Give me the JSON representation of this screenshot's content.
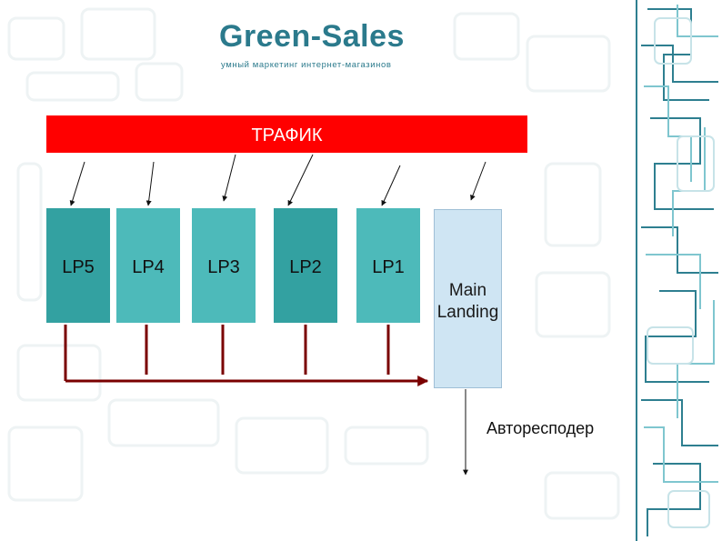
{
  "header": {
    "brand_title": "Green-Sales",
    "brand_tagline": "умный маркетинг интернет-магазинов"
  },
  "diagram": {
    "traffic_label": "ТРАФИК",
    "landing_pages": [
      {
        "label": "LP5",
        "shade": "dark"
      },
      {
        "label": "LP4",
        "shade": "light"
      },
      {
        "label": "LP3",
        "shade": "light"
      },
      {
        "label": "LP2",
        "shade": "dark"
      },
      {
        "label": "LP1",
        "shade": "light"
      }
    ],
    "main_landing_line1": "Main",
    "main_landing_line2": "Landing",
    "autoresponder_label": "Автореcподер"
  },
  "colors": {
    "brand": "#2b7a8c",
    "traffic_bar": "#ff0000",
    "lp_dark": "#33a1a1",
    "lp_light": "#4dbaba",
    "main_landing": "#cfe5f3",
    "flow_line": "#7a0000"
  }
}
